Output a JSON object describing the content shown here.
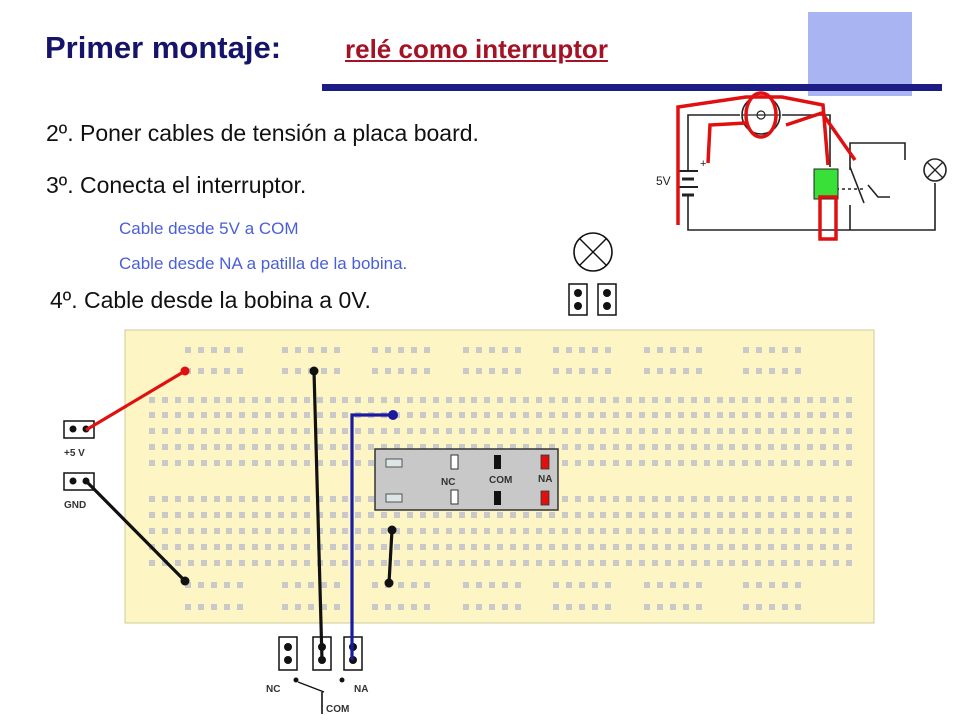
{
  "header": {
    "title": "Primer montaje:",
    "subtitle": "relé como interruptor"
  },
  "steps": {
    "step2": "2º. Poner cables de tensión a placa board.",
    "step3": "3º. Conecta el interruptor.",
    "note1": "Cable desde 5V a COM",
    "note2": "Cable desde NA a patilla de la bobina.",
    "step4": "4º. Cable desde la bobina a 0V."
  },
  "schematic": {
    "battery_label": "5V"
  },
  "breadboard": {
    "power_plus_label": "+5 V",
    "power_gnd_label": "GND",
    "relay_nc_label": "NC",
    "relay_com_label": "COM",
    "relay_na_label": "NA"
  },
  "switch_terminals": {
    "nc_label": "NC",
    "na_label": "NA",
    "com_label": "COM"
  },
  "colors": {
    "title": "#15136a",
    "subtitle": "#a41225",
    "notes": "#4a5fd6",
    "breadboard": "#fdf6c4",
    "wire_power": "#e01010",
    "wire_signal": "#1a1aa0",
    "wire_ground": "#000000"
  }
}
